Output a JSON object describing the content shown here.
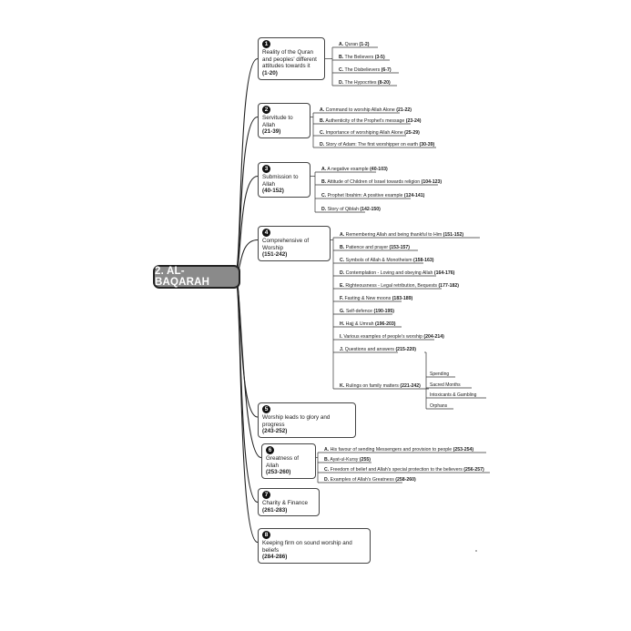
{
  "root": {
    "title": "2. AL-BAQARAH"
  },
  "topics": [
    {
      "num": "1",
      "title": "Reality of the Quran and peoples' different attitudes towards it",
      "range": "(1-20)",
      "subs": [
        {
          "letter": "A.",
          "text": "Quran",
          "range": "(1-2)"
        },
        {
          "letter": "B.",
          "text": "The Believers",
          "range": "(3-5)"
        },
        {
          "letter": "C.",
          "text": "The Disbelievers",
          "range": "(6-7)"
        },
        {
          "letter": "D.",
          "text": "The Hypocrites",
          "range": "(8-20)"
        }
      ]
    },
    {
      "num": "2",
      "title": "Servitude to Allah",
      "range": "(21-39)",
      "subs": [
        {
          "letter": "A.",
          "text": "Command to worship Allah Alone",
          "range": "(21-22)"
        },
        {
          "letter": "B.",
          "text": "Authenticity of the Prophet's message",
          "range": "(23-24)"
        },
        {
          "letter": "C.",
          "text": "Importance of worshiping Allah Alone",
          "range": "(25-29)"
        },
        {
          "letter": "D.",
          "text": "Story of Adam: The first worshipper on earth",
          "range": "(30-39)"
        }
      ]
    },
    {
      "num": "3",
      "title": "Submission to Allah",
      "range": "(40-152)",
      "subs": [
        {
          "letter": "A.",
          "text": "A negative example",
          "range": "(40-103)"
        },
        {
          "letter": "B.",
          "text": "Attitude of Children of Israel towards religion",
          "range": "(104-123)"
        },
        {
          "letter": "C.",
          "text": "Prophet Ibrahim: A positive example",
          "range": "(124-141)"
        },
        {
          "letter": "D.",
          "text": "Story of Qiblah",
          "range": "(142-150)"
        }
      ]
    },
    {
      "num": "4",
      "title": "Comprehensive of Worship",
      "range": "(151-242)",
      "subs": [
        {
          "letter": "A.",
          "text": "Remembering Allah and being thankful to Him",
          "range": "(151-152)"
        },
        {
          "letter": "B.",
          "text": "Patience and prayer",
          "range": "(153-157)"
        },
        {
          "letter": "C.",
          "text": "Symbols of Allah & Monotheism",
          "range": "(158-163)"
        },
        {
          "letter": "D.",
          "text": "Contemplation - Loving and obeying Allah",
          "range": "(164-176)"
        },
        {
          "letter": "E.",
          "text": "Righteousness - Legal retribution, Bequests",
          "range": "(177-182)"
        },
        {
          "letter": "F.",
          "text": "Fasting & New moons",
          "range": "(183-189)"
        },
        {
          "letter": "G.",
          "text": "Self-defence",
          "range": "(190-195)"
        },
        {
          "letter": "H.",
          "text": "Hajj & Umrah",
          "range": "(196-203)"
        },
        {
          "letter": "I.",
          "text": "Various examples of people's worship",
          "range": "(204-214)"
        },
        {
          "letter": "J.",
          "text": "Questions and answers",
          "range": "(215-220)"
        },
        {
          "letter": "K.",
          "text": "Rulings on family matters",
          "range": "(221-242)"
        }
      ],
      "qa_items": [
        "Spending",
        "Sacred Months",
        "Intoxicants & Gambling",
        "Orphans"
      ]
    },
    {
      "num": "5",
      "title": "Worship leads to glory and progress",
      "range": "(243-252)",
      "subs": []
    },
    {
      "num": "6",
      "title": "Greatness of Allah",
      "range": "(253-260)",
      "subs": [
        {
          "letter": "A.",
          "text": "His favour of sending Messengers and provision to people",
          "range": "(253-254)"
        },
        {
          "letter": "B.",
          "text": "Ayat-ul-Kursy",
          "range": "(255)"
        },
        {
          "letter": "C.",
          "text": "Freedom of belief and Allah's special protection to the believers",
          "range": "(256-257)"
        },
        {
          "letter": "D.",
          "text": "Examples of Allah's Greatness",
          "range": "(258-260)"
        }
      ]
    },
    {
      "num": "7",
      "title": "Charity & Finance",
      "range": "(261-283)",
      "subs": []
    },
    {
      "num": "8",
      "title": "Keeping firm on sound worship and beliefs",
      "range": "(284-286)",
      "subs": []
    }
  ]
}
